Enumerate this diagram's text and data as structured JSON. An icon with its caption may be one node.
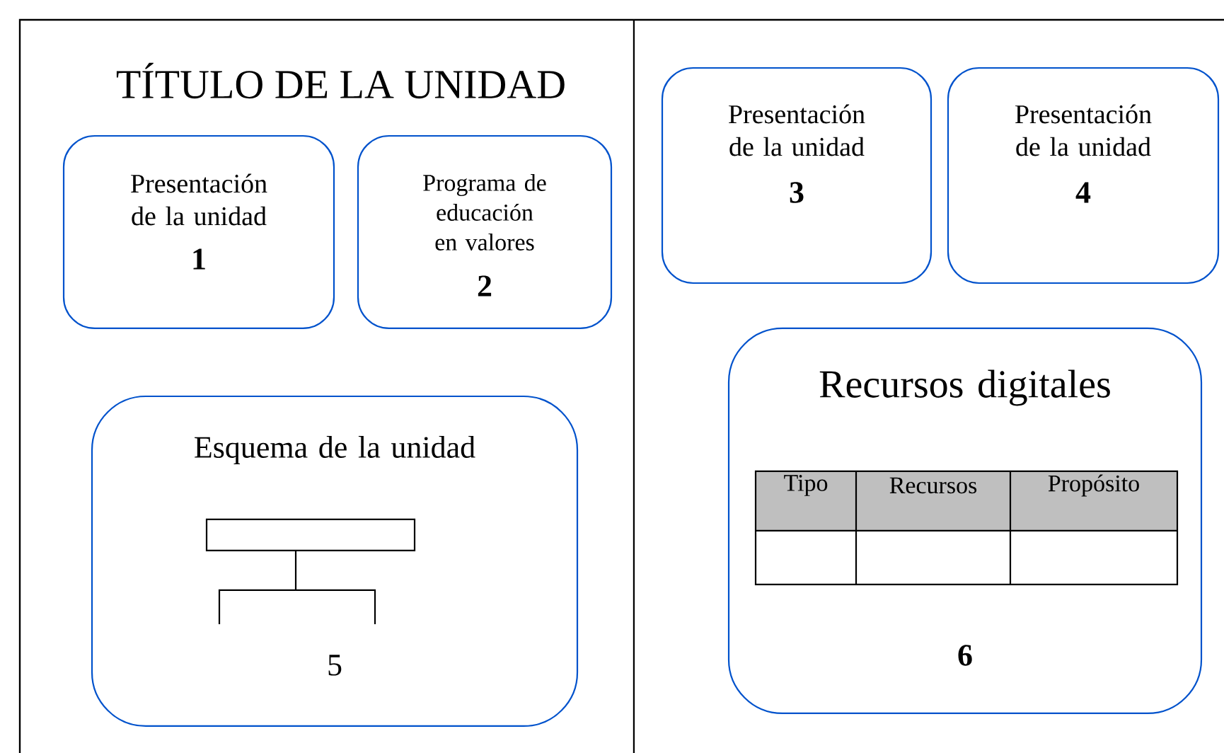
{
  "diagram": {
    "title": "TÍTULO DE LA UNIDAD",
    "nodes": [
      {
        "text": [
          "Presentación de la unidad",
          "1"
        ]
      },
      {
        "text": [
          "Programa de educación en valores",
          "2"
        ]
      },
      {
        "text": [
          "Presentación de la unidad",
          "3"
        ]
      },
      {
        "text": [
          "Presentación de la unidad",
          "4"
        ]
      },
      {
        "text": [
          "Esquema de la unidad",
          "5"
        ]
      },
      {
        "text": [
          "Recursos digitales",
          "6"
        ]
      }
    ],
    "labels": [
      "Tipo",
      "Recursos",
      "Propósito"
    ]
  }
}
